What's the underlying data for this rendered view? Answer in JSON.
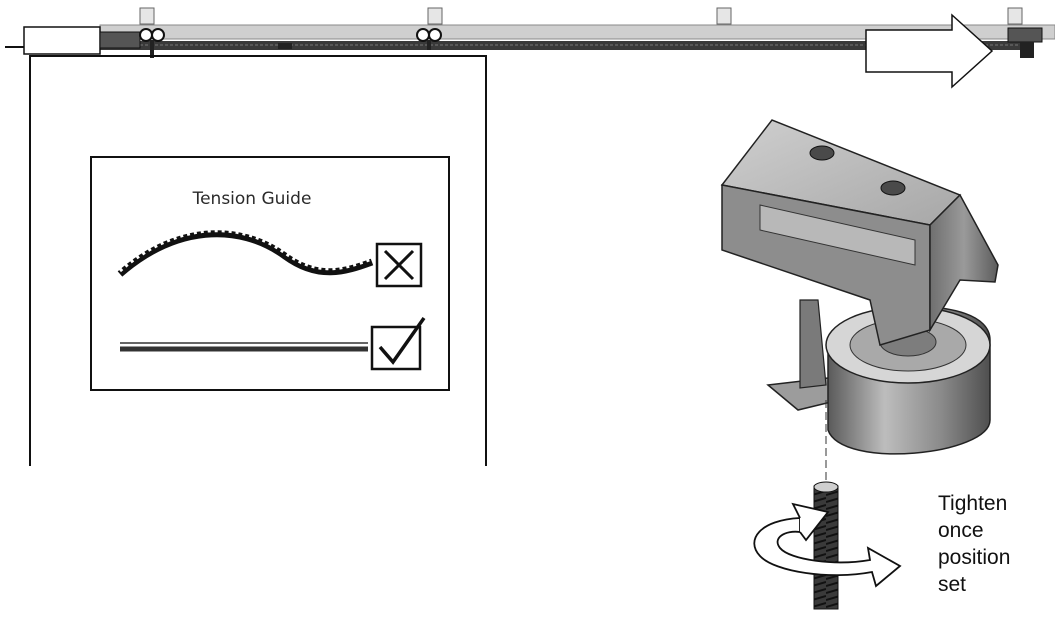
{
  "tension_guide": {
    "title": "Tension Guide",
    "rows": [
      {
        "state": "slack",
        "mark": "cross-icon"
      },
      {
        "state": "taut",
        "mark": "check-icon"
      }
    ]
  },
  "instruction": {
    "lines": [
      "Tighten",
      "once",
      "position",
      "set"
    ]
  },
  "colors": {
    "track": "#c9c9c9",
    "belt": "#2c2c2c",
    "part_shade": "#8e8e8e",
    "line": "#111111"
  }
}
